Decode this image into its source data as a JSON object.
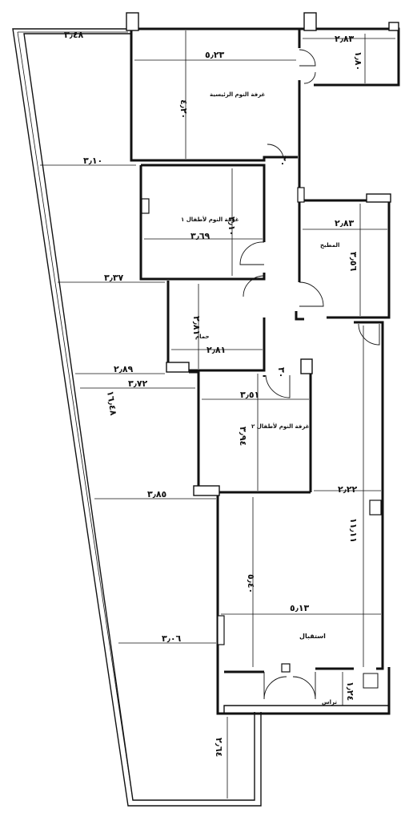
{
  "rooms": {
    "master_bedroom": "غرفة النوم الرئيسية",
    "kids_bedroom_1": "غرفة النوم لأطفال ١",
    "kitchen": "المطبخ",
    "bathroom": "حمام",
    "kids_bedroom_2": "غرفة النوم لأطفال ٢",
    "living": "استقبال",
    "terrace": "تراس"
  },
  "dimensions": {
    "top_left": "٣٫٤٨",
    "master_width": "٥٫٢٣",
    "master_height": "٤٫٢٠",
    "top_right_width": "٢٫٨٣",
    "top_right_height": "١٫٨٠",
    "balcony_1": "٣٫١٠",
    "door_top": "٣٠",
    "kids1_width": "٣٫٦٩",
    "kids1_height": "٣٫١٠",
    "kitchen_width": "٢٫٨٣",
    "kitchen_height": "٣٫٥٦",
    "balcony_2": "٣٫٣٧",
    "bath_width": "٢٫٨١",
    "bath_height": "٢٫٨١",
    "balcony_3a": "٢٫٨٩",
    "balcony_3b": "٣٫٧٢",
    "diagonal": "١٦٫٤٨",
    "door_mid": "٣٠",
    "kids2_width": "٣٫٥١",
    "kids2_height": "٣٫٩٤",
    "balcony_4": "٣٫٨٥",
    "right_width": "٢٫٢٢",
    "living_height": "١١٫١١",
    "living_inner": "٥٫٤٠",
    "living_width": "٥٫١٣",
    "balcony_5": "٣٫٠٦",
    "terrace_dim": "١٫٢٤",
    "bottom_dim": "٢٫٦٤"
  }
}
